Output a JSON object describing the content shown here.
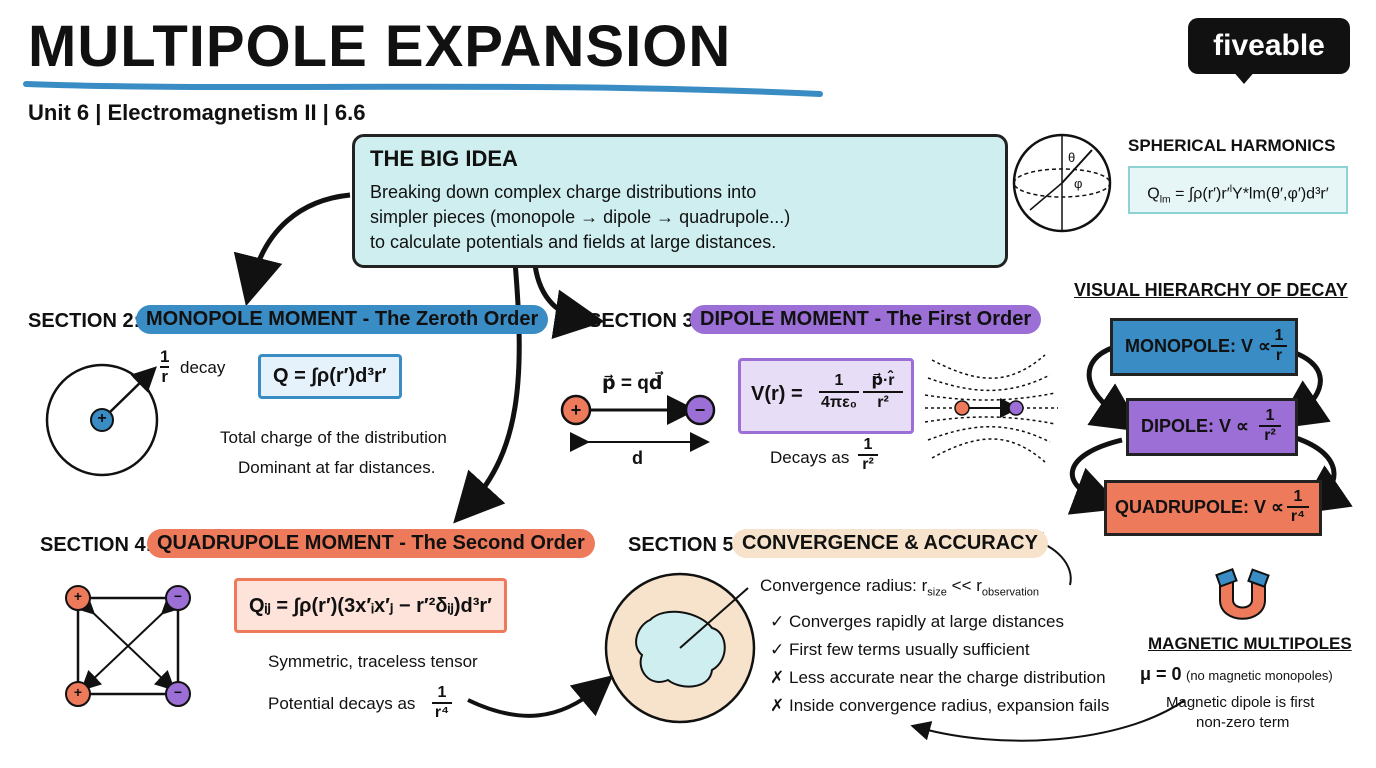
{
  "header": {
    "title": "MULTIPOLE EXPANSION",
    "subtitle": "Unit 6 | Electromagnetism II | 6.6",
    "logo_text": "fiveable"
  },
  "big_idea": {
    "heading": "THE BIG IDEA",
    "text": "Breaking down complex charge distributions into simpler pieces (monopole → dipole → quadrupole...) to calculate potentials and fields at large distances."
  },
  "spherical_harmonics": {
    "heading": "SPHERICAL HARMONICS",
    "formula_lhs": "Q",
    "formula_sub": "lm",
    "formula_rhs": " = ∫ρ(r′)r′",
    "formula_tail": "Y*lm(θ′,φ′)d³r′",
    "theta": "θ",
    "phi": "φ"
  },
  "section2": {
    "label": "SECTION 2:",
    "pill": "MONOPOLE MOMENT - The Zeroth Order",
    "decay_num": "1",
    "decay_den": "r",
    "decay_word": "decay",
    "formula": "Q = ∫ρ(r′)d³r′",
    "note1": "Total charge of the distribution",
    "note2": "Dominant at far distances.",
    "charge": "+"
  },
  "section3": {
    "label": "SECTION 3:",
    "pill": "DIPOLE MOMENT - The First Order",
    "p_formula": "p⃗ = qd⃗",
    "d_label": "d",
    "plus": "+",
    "minus": "−",
    "formula_lhs": "V(r) = ",
    "formula_num": "1",
    "formula_den": "4πε₀",
    "formula_num2": "p⃗·r̂",
    "formula_den2": "r²",
    "decays_text": "Decays as",
    "decays_num": "1",
    "decays_den": "r²"
  },
  "section4": {
    "label": "SECTION 4:",
    "pill": "QUADRUPOLE MOMENT - The Second Order",
    "formula": "Qᵢⱼ = ∫ρ(r′)(3x′ᵢx′ⱼ − r′²δᵢⱼ)d³r′",
    "note1": "Symmetric, traceless tensor",
    "decays_text": "Potential decays as",
    "decays_num": "1",
    "decays_den": "r⁴",
    "plus": "+",
    "minus": "−"
  },
  "section5": {
    "label": "SECTION 5:",
    "pill": "CONVERGENCE & ACCURACY",
    "radius_text": "Convergence radius: r",
    "radius_sub1": "size",
    "radius_mid": " << r",
    "radius_sub2": "observation",
    "items": [
      {
        "mark": "✓",
        "text": "Converges rapidly at large distances"
      },
      {
        "mark": "✓",
        "text": "First few terms usually sufficient"
      },
      {
        "mark": "✗",
        "text": "Less accurate near the charge distribution"
      },
      {
        "mark": "✗",
        "text": "Inside convergence radius, expansion fails"
      }
    ]
  },
  "hierarchy": {
    "heading": "VISUAL HIERARCHY OF DECAY",
    "monopole": "MONOPOLE: V ∝",
    "monopole_den": "r",
    "dipole": "DIPOLE: V ∝",
    "dipole_den": "r²",
    "quadrupole": "QUADRUPOLE: V ∝",
    "quadrupole_den": "r⁴",
    "num": "1"
  },
  "magnetic": {
    "heading": "MAGNETIC MULTIPOLES",
    "mu": "μ = 0",
    "mu_note": "(no magnetic monopoles)",
    "line1": "Magnetic dipole is first",
    "line2": "non-zero term"
  },
  "colors": {
    "blue": "#3a8dc4",
    "purple": "#9b6fd6",
    "orange": "#ee7a5c",
    "beige": "#f7e3cc",
    "cyan_bg": "#cfeef0",
    "lavender": "#e8ddf7",
    "salmon_bg": "#fde3da"
  }
}
